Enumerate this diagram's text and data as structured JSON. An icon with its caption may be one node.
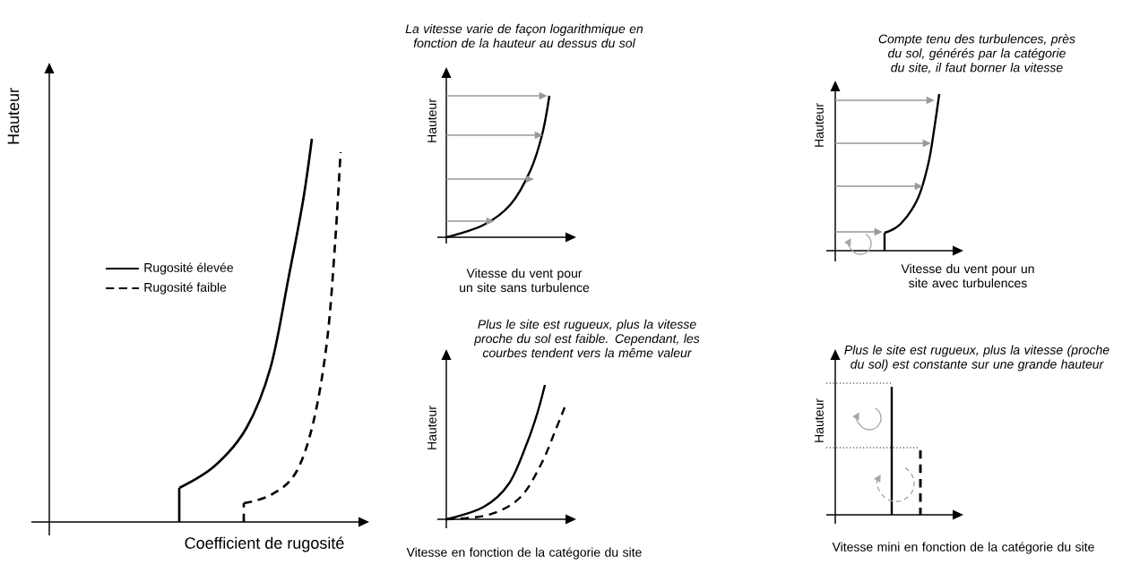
{
  "diagram": {
    "labels": [
      "Hauteur",
      "Coefficient de rugosité",
      "La vitesse varie de façon logarithmique en fonction de la hauteur au dessus du sol",
      "Hauteur",
      "Vitesse du vent pour un site sans turbulence",
      "Compte tenu des turbulences, près du sol, générés par la catégorie du site, il faut borner la vitesse",
      "Hauteur",
      "Vitesse du vent pour un site avec turbulences",
      "Plus le site est rugueux, plus la vitesse proche du sol est faible. Cependant, les courbes tendent vers la même valeur",
      "Hauteur",
      "Vitesse en fonction de la catégorie du site",
      "Plus le site est rugueux, plus la vitesse (proche du sol) est constante sur une grande hauteur",
      "Hauteur",
      "Vitesse mini en fonction de la catégorie du site"
    ],
    "legend": [
      {
        "text": "Rugosité élevée"
      },
      {
        "text": "Rugosité faible"
      }
    ]
  }
}
